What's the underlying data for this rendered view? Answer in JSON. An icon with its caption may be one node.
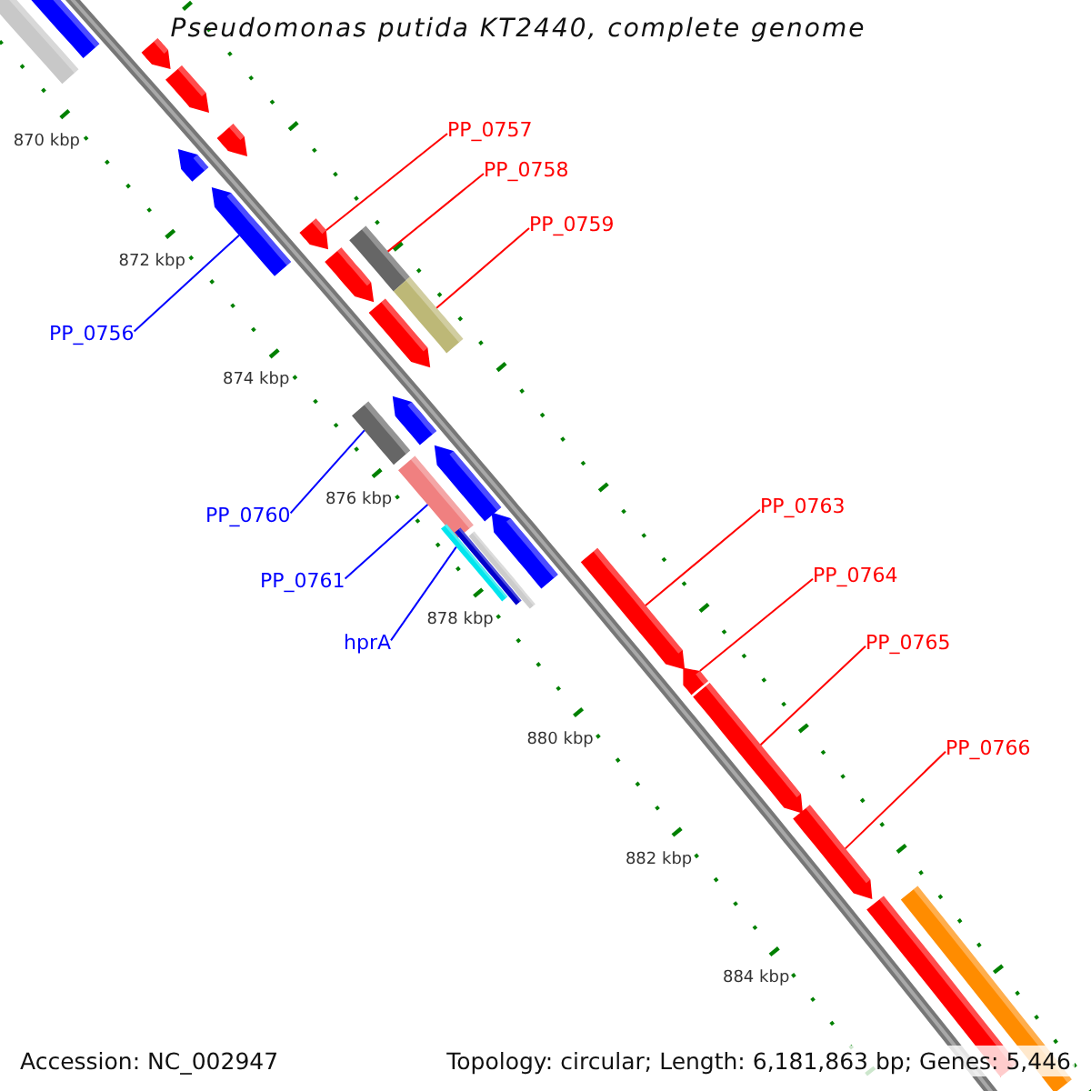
{
  "diagram": {
    "title": "Pseudomonas putida KT2440, complete genome",
    "nodes": [
      {
        "text": [
          "PP_0757"
        ]
      },
      {
        "text": [
          "PP_0758"
        ]
      },
      {
        "text": [
          "PP_0759"
        ]
      },
      {
        "text": [
          "PP_0756"
        ]
      },
      {
        "text": [
          "PP_0760"
        ]
      },
      {
        "text": [
          "PP_0761"
        ]
      },
      {
        "text": [
          "hprA"
        ]
      },
      {
        "text": [
          "PP_0763"
        ]
      },
      {
        "text": [
          "PP_0764"
        ]
      },
      {
        "text": [
          "PP_0765"
        ]
      },
      {
        "text": [
          "PP_0766"
        ]
      },
      {
        "text": [],
        "shape": "bar"
      },
      {
        "text": [],
        "shape": "bar"
      },
      {
        "text": [],
        "shape": "arrow"
      },
      {
        "text": [],
        "shape": "arrow"
      },
      {
        "text": [],
        "shape": "arrow"
      },
      {
        "text": [],
        "shape": "arrow"
      },
      {
        "text": [],
        "shape": "arrow"
      },
      {
        "text": [],
        "shape": "arrow"
      },
      {
        "text": [],
        "shape": "bar"
      },
      {
        "text": [],
        "shape": "arrow"
      },
      {
        "text": [],
        "shape": "bar"
      },
      {
        "text": [],
        "shape": "arrow"
      },
      {
        "text": [],
        "shape": "arrow"
      },
      {
        "text": [],
        "shape": "bar"
      },
      {
        "text": [],
        "shape": "arrow"
      },
      {
        "text": [],
        "shape": "bar"
      },
      {
        "text": [],
        "shape": "arrow"
      },
      {
        "text": [],
        "shape": "bar"
      },
      {
        "text": [],
        "shape": "bar"
      },
      {
        "text": [],
        "shape": "bar"
      },
      {
        "text": [],
        "shape": "arrow"
      },
      {
        "text": [],
        "shape": "arrow"
      },
      {
        "text": [],
        "shape": "arrow"
      },
      {
        "text": [],
        "shape": "arrow"
      },
      {
        "text": [],
        "shape": "bar"
      },
      {
        "text": [],
        "shape": "arrow"
      }
    ],
    "edges": [
      {
        "from": 0,
        "to": 18,
        "arrow": "none"
      },
      {
        "from": 1,
        "to": 19,
        "arrow": "none"
      },
      {
        "from": 2,
        "to": 21,
        "arrow": "none"
      },
      {
        "from": 3,
        "to": 17,
        "arrow": "none",
        "color": "#0000ff"
      },
      {
        "from": 4,
        "to": 24,
        "arrow": "none",
        "color": "#0000ff"
      },
      {
        "from": 5,
        "to": 26,
        "arrow": "none",
        "color": "#0000ff"
      },
      {
        "from": 6,
        "to": 28,
        "arrow": "none",
        "color": "#0000ff"
      },
      {
        "from": 7,
        "to": 31,
        "arrow": "none"
      },
      {
        "from": 8,
        "to": 32,
        "arrow": "none"
      },
      {
        "from": 9,
        "to": 33,
        "arrow": "none"
      },
      {
        "from": 10,
        "to": 34,
        "arrow": "none"
      }
    ],
    "labels": [
      "870 kbp",
      "872 kbp",
      "874 kbp",
      "876 kbp",
      "878 kbp",
      "880 kbp",
      "882 kbp",
      "884 kbp",
      "Accession: NC_002947",
      "Topology: circular; Length: 6,181,863 bp; Genes: 5,446"
    ]
  }
}
